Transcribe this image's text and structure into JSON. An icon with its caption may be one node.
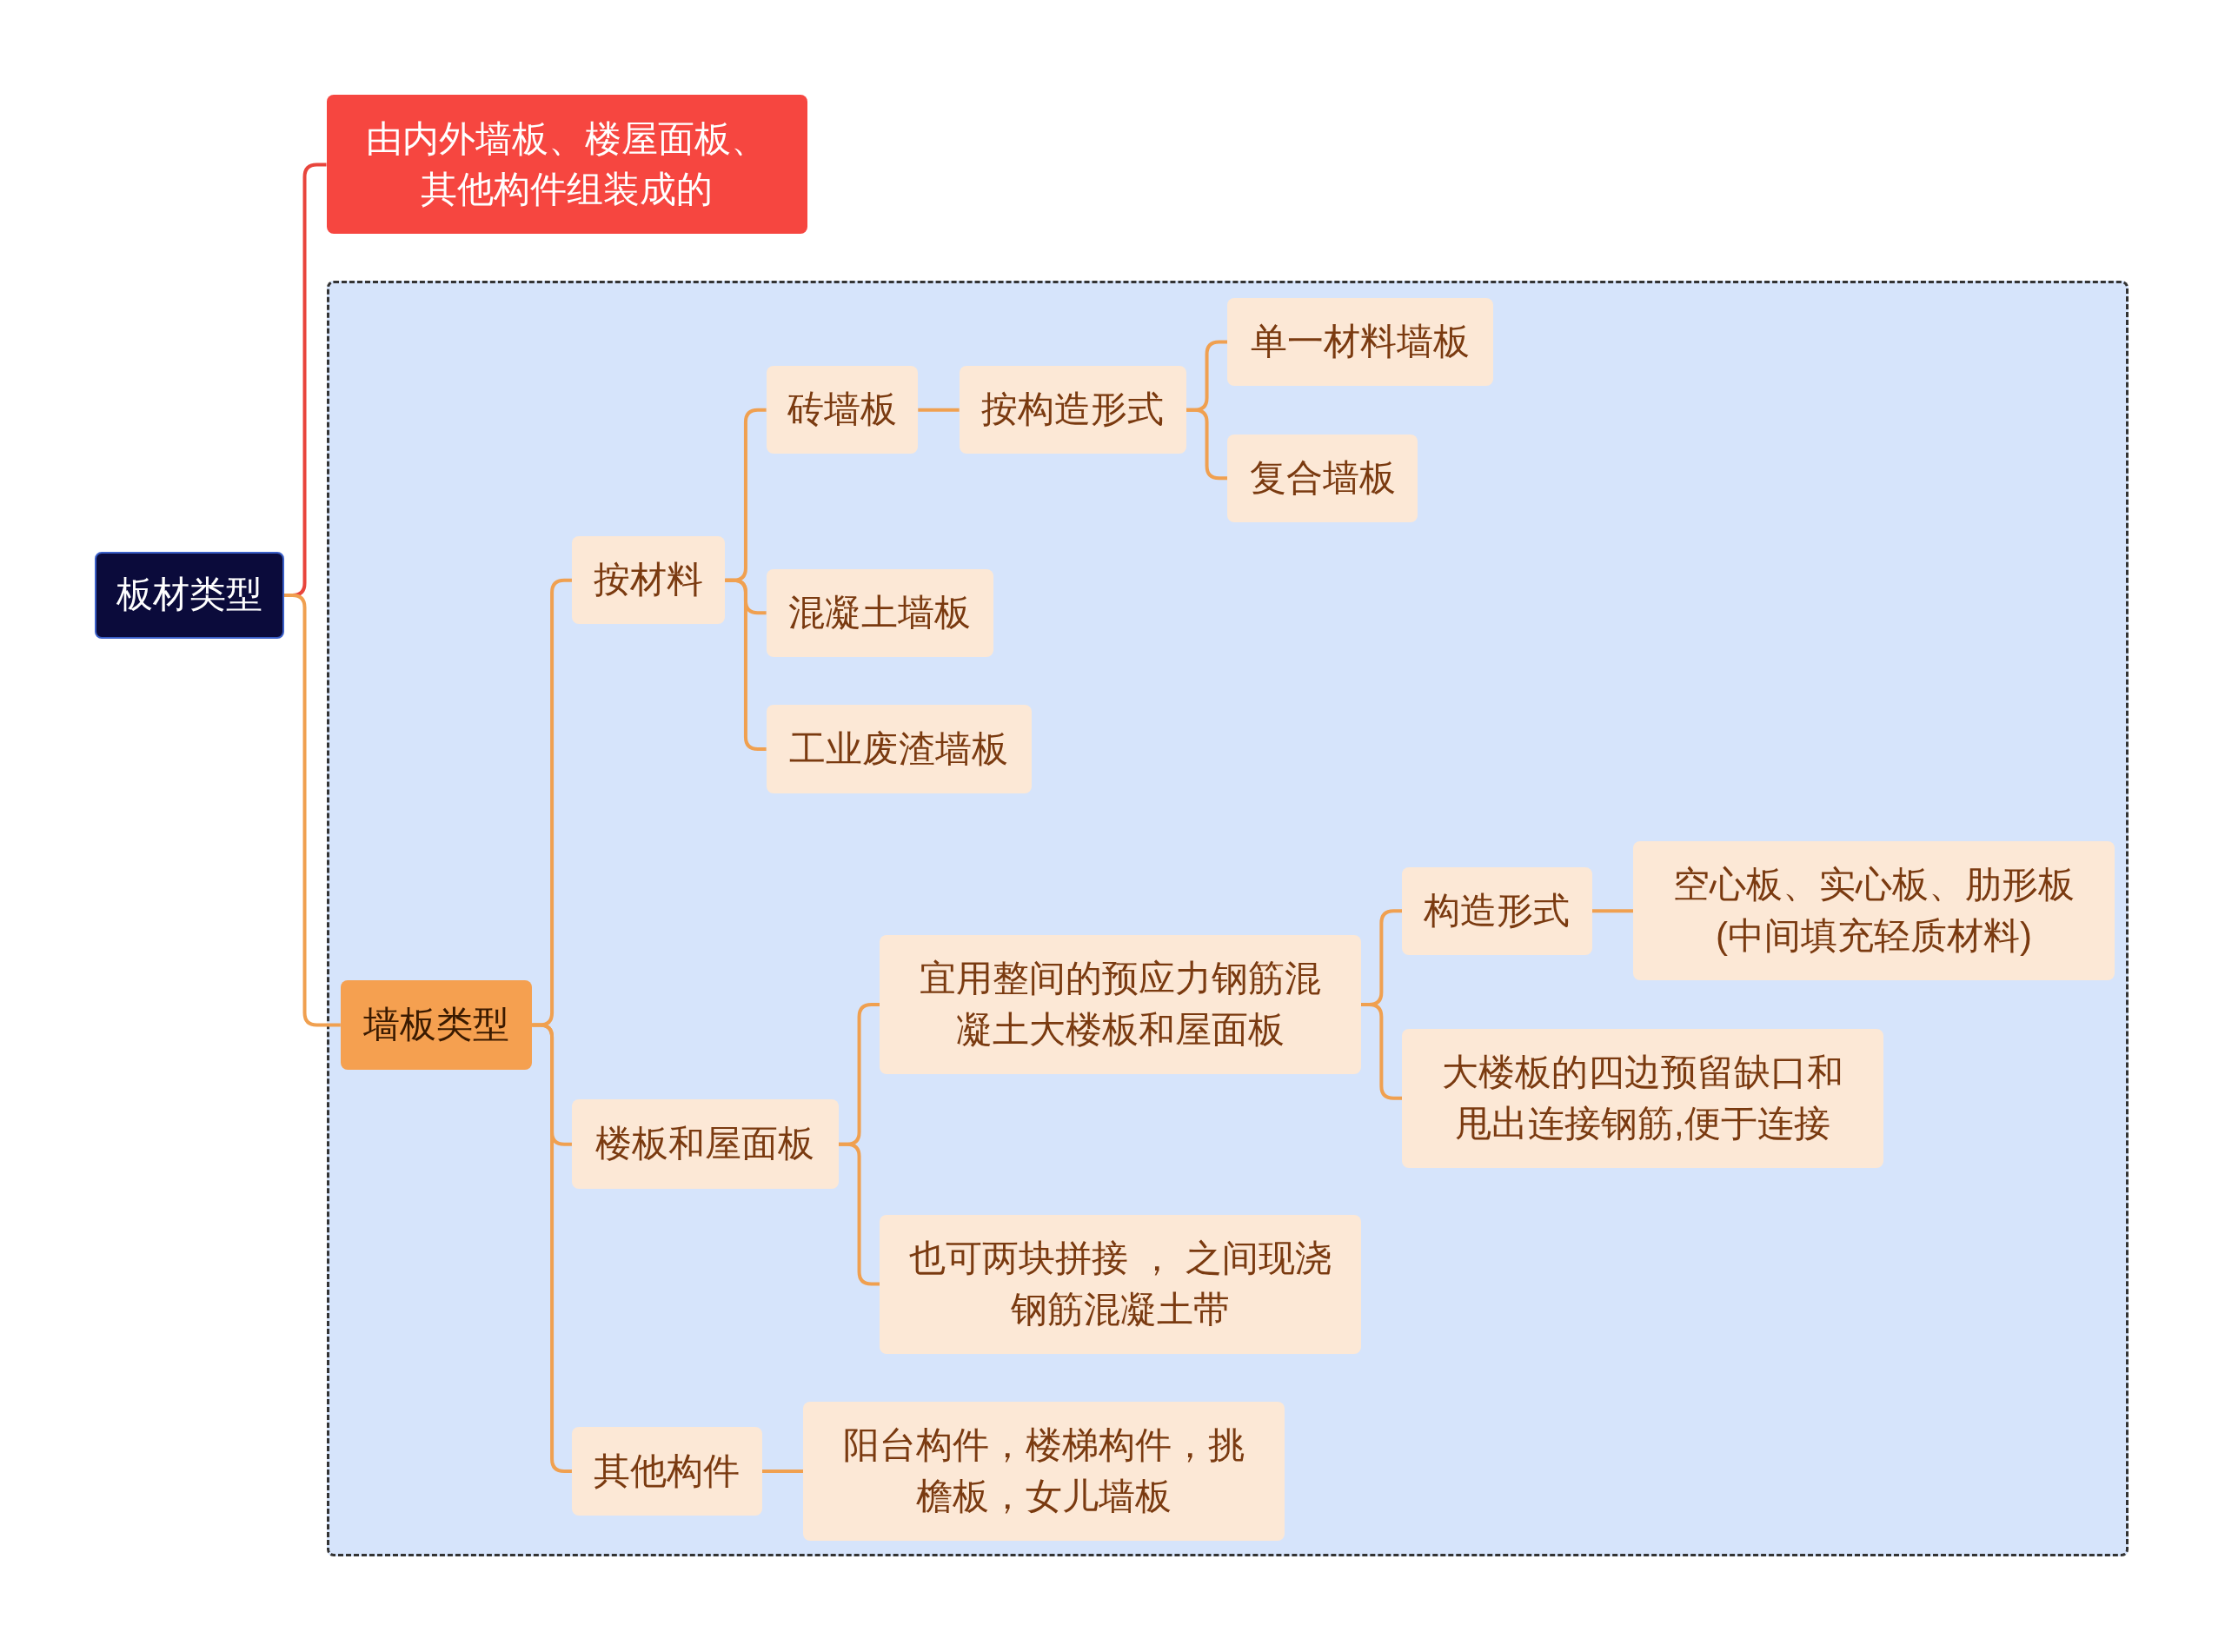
{
  "diagram": {
    "nodes": [
      {
        "text": [
          "板材类型"
        ]
      },
      {
        "text": [
          "由内外墙板、楼屋面板、其他构件组装成的"
        ]
      },
      {
        "text": [],
        "shape": "box"
      },
      {
        "text": [
          "墙板类型"
        ],
        "in": 2
      },
      {
        "text": [
          "按材料"
        ],
        "in": 2
      },
      {
        "text": [
          "砖墙板"
        ],
        "in": 2
      },
      {
        "text": [
          "按构造形式"
        ],
        "in": 2
      },
      {
        "text": [
          "单一材料墙板"
        ],
        "in": 2
      },
      {
        "text": [
          "复合墙板"
        ],
        "in": 2
      },
      {
        "text": [
          "混凝土墙板"
        ],
        "in": 2
      },
      {
        "text": [
          "工业废渣墙板"
        ],
        "in": 2
      },
      {
        "text": [
          "楼板和屋面板"
        ],
        "in": 2
      },
      {
        "text": [
          "宜用整间的预应力钢筋混凝土大楼板和屋面板"
        ],
        "in": 2
      },
      {
        "text": [
          "构造形式"
        ],
        "in": 2
      },
      {
        "text": [
          "空心板、实心板、肋形板(中间填充轻质材料)"
        ],
        "in": 2
      },
      {
        "text": [
          "大楼板的四边预留缺口和甩出连接钢筋,便于连接"
        ],
        "in": 2
      },
      {
        "text": [
          "也可两块拼接 ， 之间现浇钢筋混凝土带"
        ],
        "in": 2
      },
      {
        "text": [
          "其他构件"
        ],
        "in": 2
      },
      {
        "text": [
          "阳台构件，楼梯构件，挑檐板，女儿墙板"
        ],
        "in": 2
      }
    ],
    "edges": [
      {
        "from": 0,
        "to": 1,
        "arrow": "none",
        "color": "#e8453c"
      },
      {
        "from": 0,
        "to": 3,
        "arrow": "none"
      },
      {
        "from": 3,
        "to": 4,
        "arrow": "none"
      },
      {
        "from": 4,
        "to": 5,
        "arrow": "none"
      },
      {
        "from": 4,
        "to": 9,
        "arrow": "none"
      },
      {
        "from": 4,
        "to": 10,
        "arrow": "none"
      },
      {
        "from": 5,
        "to": 6,
        "arrow": "none"
      },
      {
        "from": 6,
        "to": 7,
        "arrow": "none"
      },
      {
        "from": 6,
        "to": 8,
        "arrow": "none"
      },
      {
        "from": 3,
        "to": 11,
        "arrow": "none"
      },
      {
        "from": 11,
        "to": 12,
        "arrow": "none"
      },
      {
        "from": 11,
        "to": 16,
        "arrow": "none"
      },
      {
        "from": 12,
        "to": 13,
        "arrow": "none"
      },
      {
        "from": 12,
        "to": 15,
        "arrow": "none"
      },
      {
        "from": 13,
        "to": 14,
        "arrow": "none"
      },
      {
        "from": 3,
        "to": 17,
        "arrow": "none"
      },
      {
        "from": 17,
        "to": 18,
        "arrow": "none"
      }
    ]
  }
}
